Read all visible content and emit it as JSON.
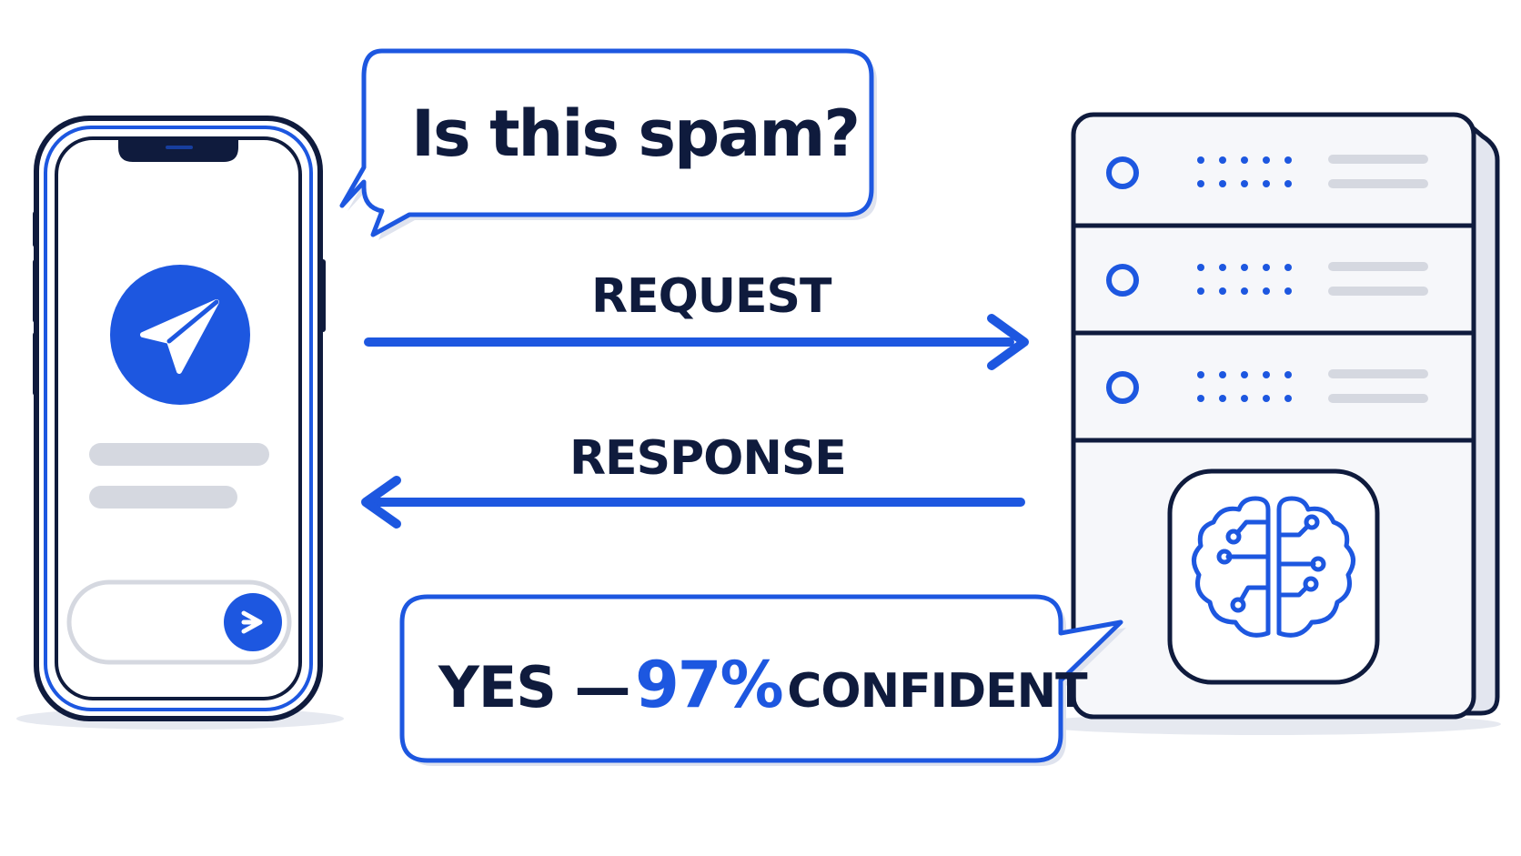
{
  "question_bubble": {
    "text": "Is this spam?"
  },
  "arrows": {
    "request_label": "REQUEST",
    "response_label": "RESPONSE"
  },
  "answer_bubble": {
    "yes": "YES —",
    "percent": "97%",
    "confident": "CONFIDENT"
  },
  "colors": {
    "navy": "#0f1b3d",
    "accent_blue": "#1d57e0",
    "light_gray": "#d5d8e0",
    "server_fill": "#f6f7fa"
  },
  "icons": [
    "paper-plane-icon",
    "send-icon",
    "brain-circuit-icon",
    "server-status-icon"
  ]
}
